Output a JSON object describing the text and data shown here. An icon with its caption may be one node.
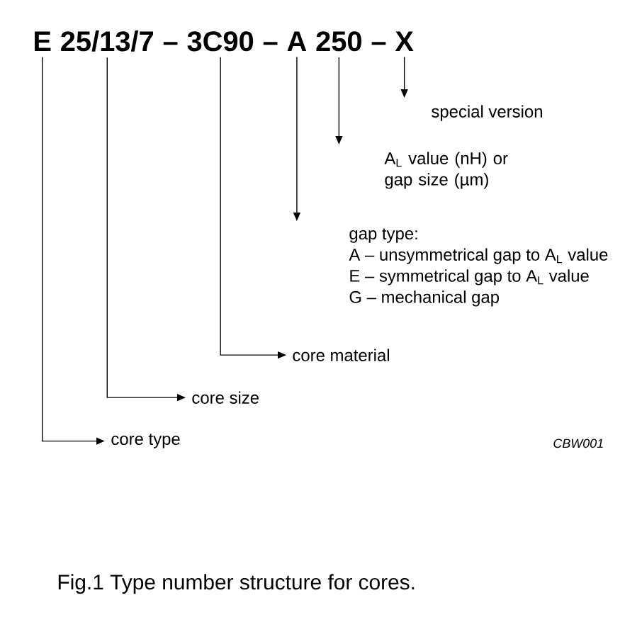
{
  "diagram": {
    "caption": "Fig.1  Type number structure for cores.",
    "nodes": [
      {
        "text": [
          "E"
        ]
      },
      {
        "text": [
          "25/13/7"
        ]
      },
      {
        "text": [
          "3C90"
        ]
      },
      {
        "text": [
          "A"
        ]
      },
      {
        "text": [
          "250"
        ]
      },
      {
        "text": [
          "X"
        ]
      },
      {
        "text": [
          "core type"
        ]
      },
      {
        "text": [
          "core size"
        ]
      },
      {
        "text": [
          "core material"
        ]
      },
      {
        "text": [
          "gap type:",
          "A – unsymmetrical gap to A$_{L}$ value",
          "E – symmetrical gap to A$_{L}$ value",
          "G – mechanical gap"
        ]
      },
      {
        "text": [
          "A$_{L}$ value (nH) or gap size (µm)"
        ]
      },
      {
        "text": [
          "special version"
        ]
      }
    ],
    "edges": [
      {
        "from": 0,
        "to": 6,
        "arrow": "to"
      },
      {
        "from": 1,
        "to": 7,
        "arrow": "to"
      },
      {
        "from": 2,
        "to": 8,
        "arrow": "to"
      },
      {
        "from": 3,
        "to": 9,
        "arrow": "to"
      },
      {
        "from": 4,
        "to": 10,
        "arrow": "to"
      },
      {
        "from": 5,
        "to": 11,
        "arrow": "to"
      }
    ],
    "labels": [
      "–",
      "–",
      "–",
      "CBW001"
    ]
  }
}
